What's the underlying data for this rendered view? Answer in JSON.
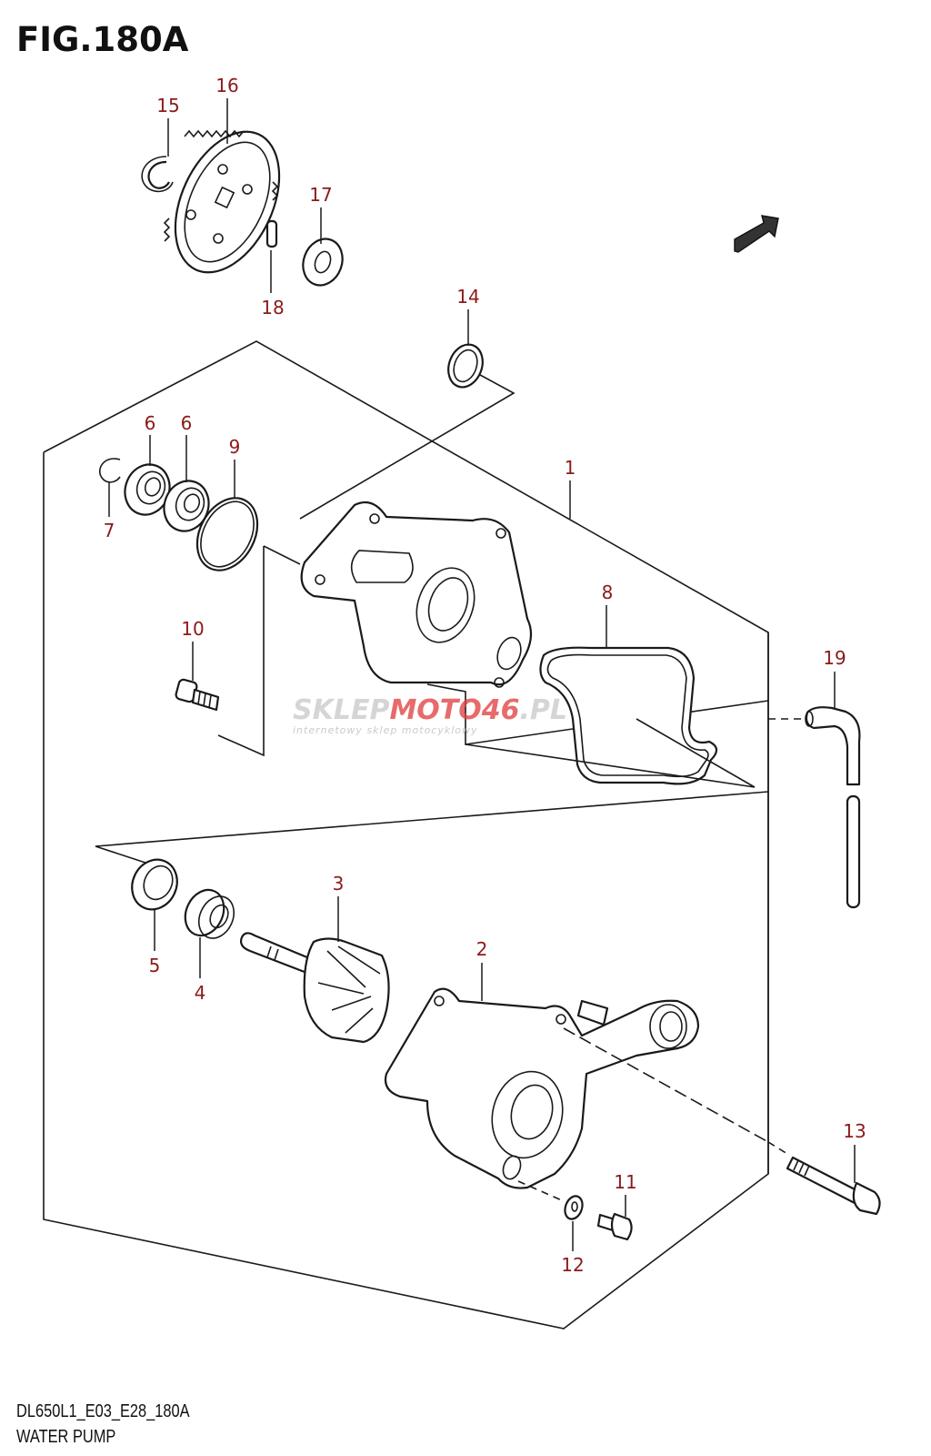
{
  "figure": {
    "title": "FIG.180A",
    "model_code": "DL650L1_E03_E28_180A",
    "section_name": "WATER PUMP"
  },
  "watermark": {
    "brand_a": "SKLEP",
    "brand_b": "MOTO",
    "brand_c": "46",
    "brand_d": ".PL",
    "tagline": "internetowy sklep motocyklowy",
    "colors": {
      "grey": "#c8c8c8",
      "red": "#e03a3a"
    }
  },
  "colors": {
    "callout": "#8b1a1a",
    "line": "#1a1a1a"
  },
  "callouts": [
    {
      "id": "1",
      "label": "1"
    },
    {
      "id": "2",
      "label": "2"
    },
    {
      "id": "3",
      "label": "3"
    },
    {
      "id": "4",
      "label": "4"
    },
    {
      "id": "5",
      "label": "5"
    },
    {
      "id": "6a",
      "label": "6"
    },
    {
      "id": "6b",
      "label": "6"
    },
    {
      "id": "7",
      "label": "7"
    },
    {
      "id": "8",
      "label": "8"
    },
    {
      "id": "9",
      "label": "9"
    },
    {
      "id": "10",
      "label": "10"
    },
    {
      "id": "11",
      "label": "11"
    },
    {
      "id": "12",
      "label": "12"
    },
    {
      "id": "13",
      "label": "13"
    },
    {
      "id": "14",
      "label": "14"
    },
    {
      "id": "15",
      "label": "15"
    },
    {
      "id": "16",
      "label": "16"
    },
    {
      "id": "17",
      "label": "17"
    },
    {
      "id": "18",
      "label": "18"
    },
    {
      "id": "19",
      "label": "19"
    }
  ],
  "icons": {
    "front_arrow": "arrow-right-icon"
  }
}
